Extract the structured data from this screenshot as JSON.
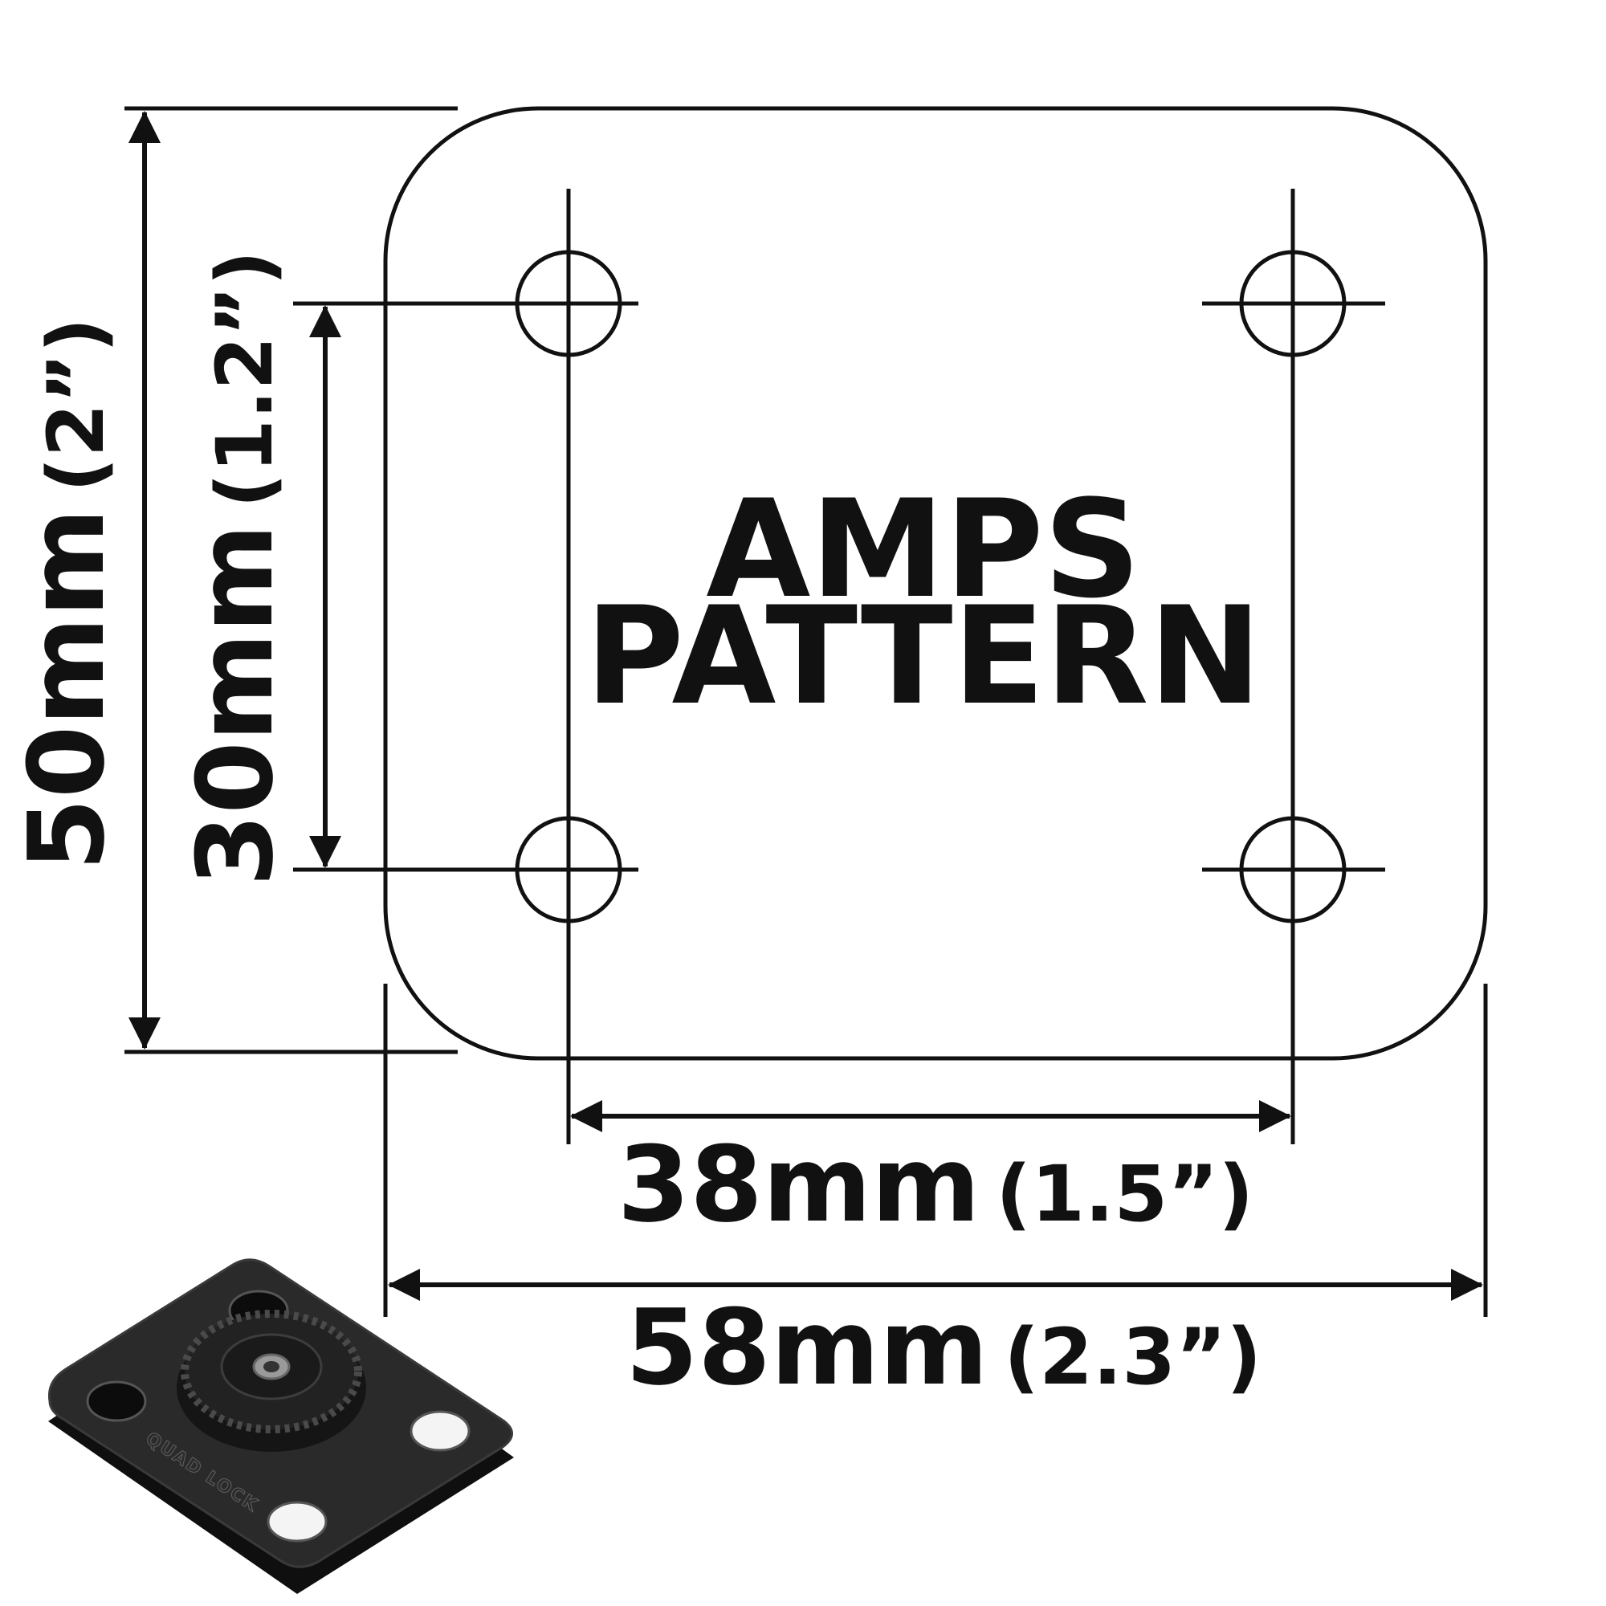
{
  "title": {
    "line1": "AMPS",
    "line2": "PATTERN"
  },
  "dimensions": {
    "height_outer": {
      "metric": "50mm",
      "imperial": "(2”)"
    },
    "height_holes": {
      "metric": "30mm",
      "imperial": "(1.2”)"
    },
    "width_holes": {
      "metric": "38mm",
      "imperial": "(1.5”)"
    },
    "width_outer": {
      "metric": "58mm",
      "imperial": "(2.3”)"
    }
  },
  "product": {
    "brand": "QUAD LOCK"
  },
  "colors": {
    "line": "#111111",
    "background": "#ffffff",
    "product_body": "#1c1c1c"
  }
}
